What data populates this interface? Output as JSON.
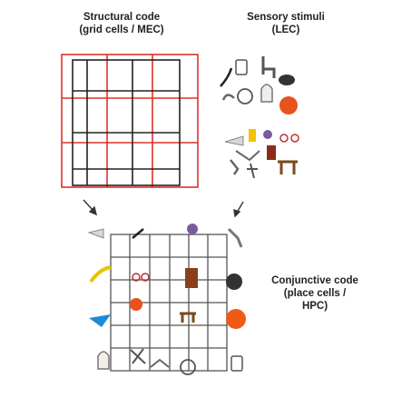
{
  "structural": {
    "line1": "Structural code",
    "line2": "(grid cells / MEC)"
  },
  "sensory": {
    "line1": "Sensory stimuli",
    "line2": "(LEC)"
  },
  "conjunctive": {
    "line1": "Conjunctive code",
    "line2": "(place cells /",
    "line3": "HPC)"
  },
  "colors": {
    "grid_red": "#e0302a",
    "grid_black": "#222222",
    "place_grid": "#555555",
    "arrow": "#333333"
  },
  "icons": [
    "sketch-line-icon",
    "cup-icon",
    "chair-icon",
    "hat-icon",
    "rope-icon",
    "teapot-icon",
    "lock-icon",
    "tomato-icon",
    "whistle-icon",
    "yellow-item-icon",
    "bicycle-icon",
    "bag-icon",
    "clothes-hanger-icon",
    "purple-fruit-icon",
    "bucket-icon",
    "anchor-icon",
    "table-icon",
    "radio-icon",
    "banana-icon",
    "cabinet-icon",
    "orange-icon",
    "blue-bird-icon",
    "bottle-icon",
    "tree-icon"
  ]
}
